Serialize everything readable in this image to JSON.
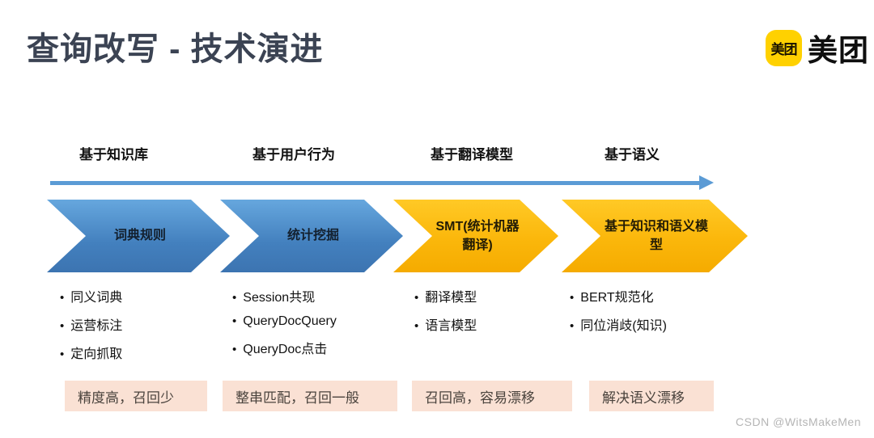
{
  "title": "查询改写 - 技术演进",
  "logo": {
    "badge_text": "美团",
    "wordmark": "美团"
  },
  "timeline": {
    "stages": [
      {
        "header": "基于知识库",
        "chevron_label": "词典规则",
        "theme": "blue",
        "bullets": [
          "同义词典",
          "运营标注",
          "定向抓取"
        ],
        "note": "精度高，召回少"
      },
      {
        "header": "基于用户行为",
        "chevron_label": "统计挖掘",
        "theme": "blue",
        "bullets": [
          "Session共现",
          "QueryDocQuery",
          "QueryDoc点击"
        ],
        "note": "整串匹配，召回一般"
      },
      {
        "header": "基于翻译模型",
        "chevron_label": "SMT(统计机器翻译)",
        "theme": "yellow",
        "bullets": [
          "翻译模型",
          "语言模型"
        ],
        "note": "召回高，容易漂移"
      },
      {
        "header": "基于语义",
        "chevron_label": "基于知识和语义模型",
        "theme": "yellow",
        "bullets": [
          "BERT规范化",
          "同位消歧(知识)"
        ],
        "note": "解决语义漂移"
      }
    ]
  },
  "colors": {
    "title_text": "#3b4353",
    "chevron_blue": "#4A85C4",
    "chevron_yellow": "#FBB70B",
    "arrow_blue": "#5B9BD5",
    "note_background": "#FAE1D4",
    "meituan_yellow": "#FFD100"
  },
  "watermark": "CSDN @WitsMakeMen"
}
